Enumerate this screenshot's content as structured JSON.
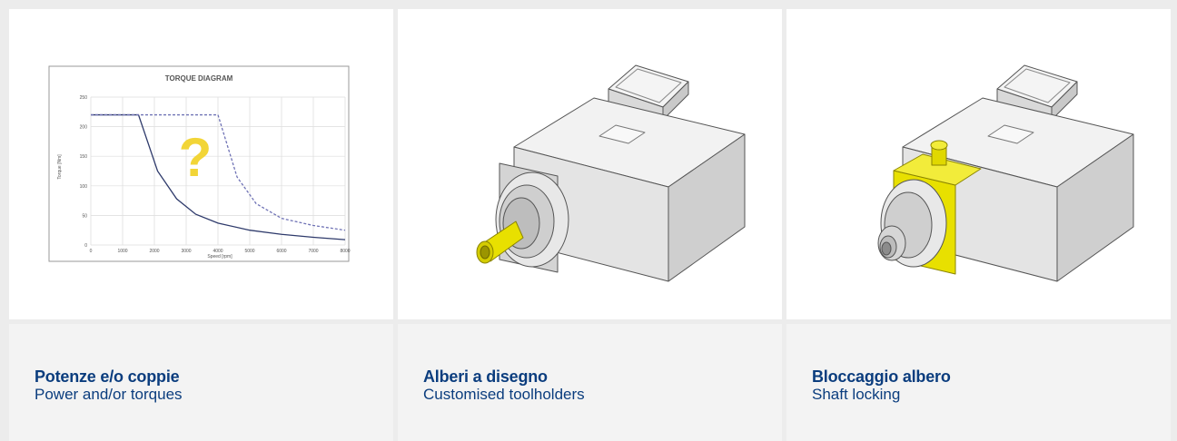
{
  "cards": [
    {
      "title": "Potenze e/o coppie",
      "subtitle": "Power and/or torques",
      "image": "torque-diagram",
      "chart_data": {
        "type": "line",
        "title": "TORQUE DIAGRAM",
        "xlabel": "Speed [rpm]",
        "ylabel": "Torque [Nm]",
        "xlim": [
          0,
          8000
        ],
        "ylim": [
          0,
          250
        ],
        "xticks": [
          "0",
          "1000",
          "2000",
          "3000",
          "4000",
          "5000",
          "6000",
          "7000",
          "8000"
        ],
        "yticks": [
          "0",
          "50",
          "100",
          "150",
          "200",
          "250"
        ],
        "grid": true,
        "series": [
          {
            "style": "solid",
            "color": "#2e3a6b",
            "x": [
              0,
              1500,
              2100,
              2700,
              3300,
              4000,
              5000,
              6000,
              7000,
              8000
            ],
            "y": [
              220,
              220,
              125,
              78,
              52,
              37,
              25,
              18,
              13,
              9
            ]
          },
          {
            "style": "dashed",
            "color": "#6f72b5",
            "x": [
              0,
              4000,
              4600,
              5200,
              6000,
              7000,
              8000
            ],
            "y": [
              220,
              220,
              115,
              70,
              45,
              33,
              25
            ]
          }
        ],
        "annotation": "?",
        "annotation_color": "#f2d537"
      }
    },
    {
      "title": "Alberi a disegno",
      "subtitle": "Customised toolholders",
      "image": "spindle-motor-with-extended-shaft"
    },
    {
      "title": "Bloccaggio albero",
      "subtitle": "Shaft locking",
      "image": "spindle-motor-with-shaft-lock"
    }
  ]
}
